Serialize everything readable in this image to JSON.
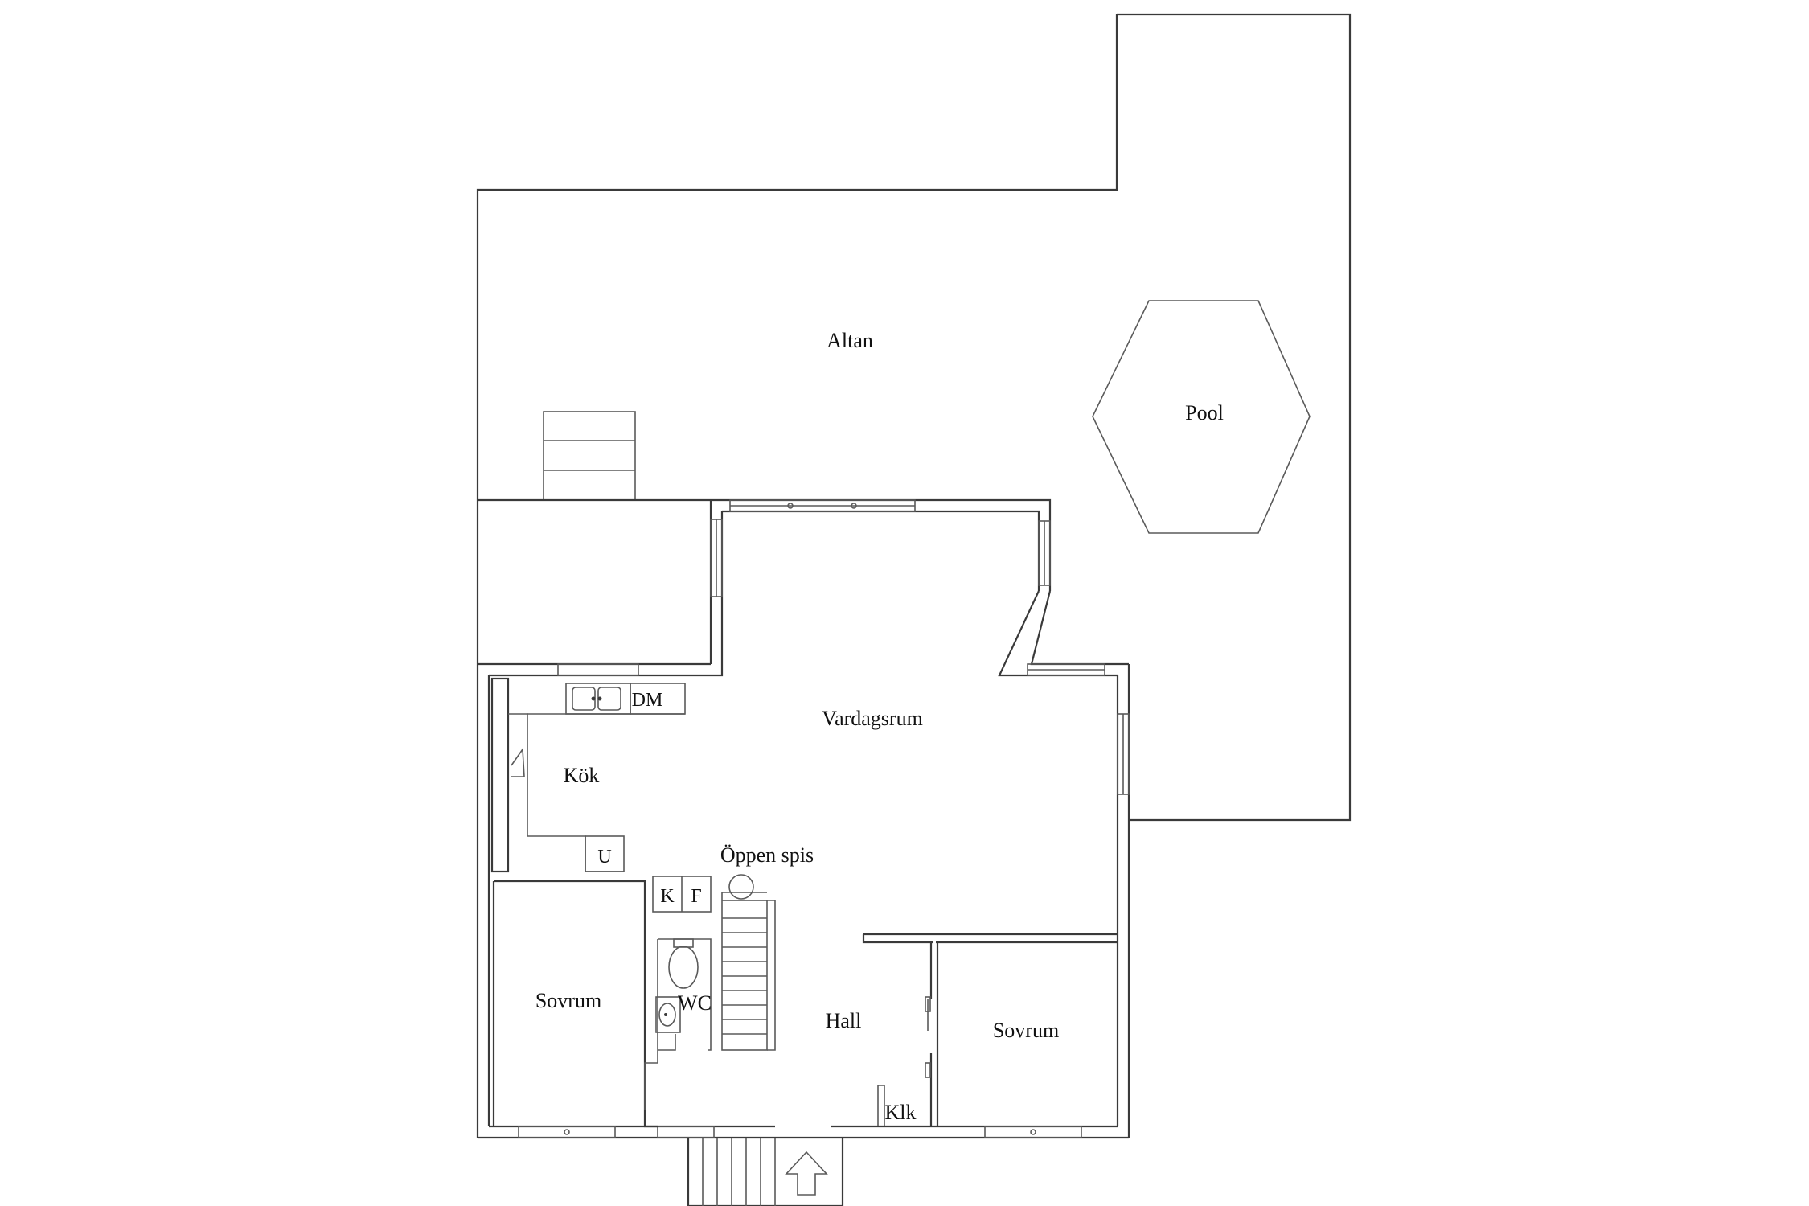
{
  "rooms": {
    "altan": "Altan",
    "pool": "Pool",
    "vardagsrum": "Vardagsrum",
    "kok": "Kök",
    "dm": "DM",
    "u": "U",
    "oppen_spis": "Öppen spis",
    "k": "K",
    "f": "F",
    "wc": "WC",
    "sovrum_left": "Sovrum",
    "hall": "Hall",
    "sovrum_right": "Sovrum",
    "klk": "Klk"
  }
}
